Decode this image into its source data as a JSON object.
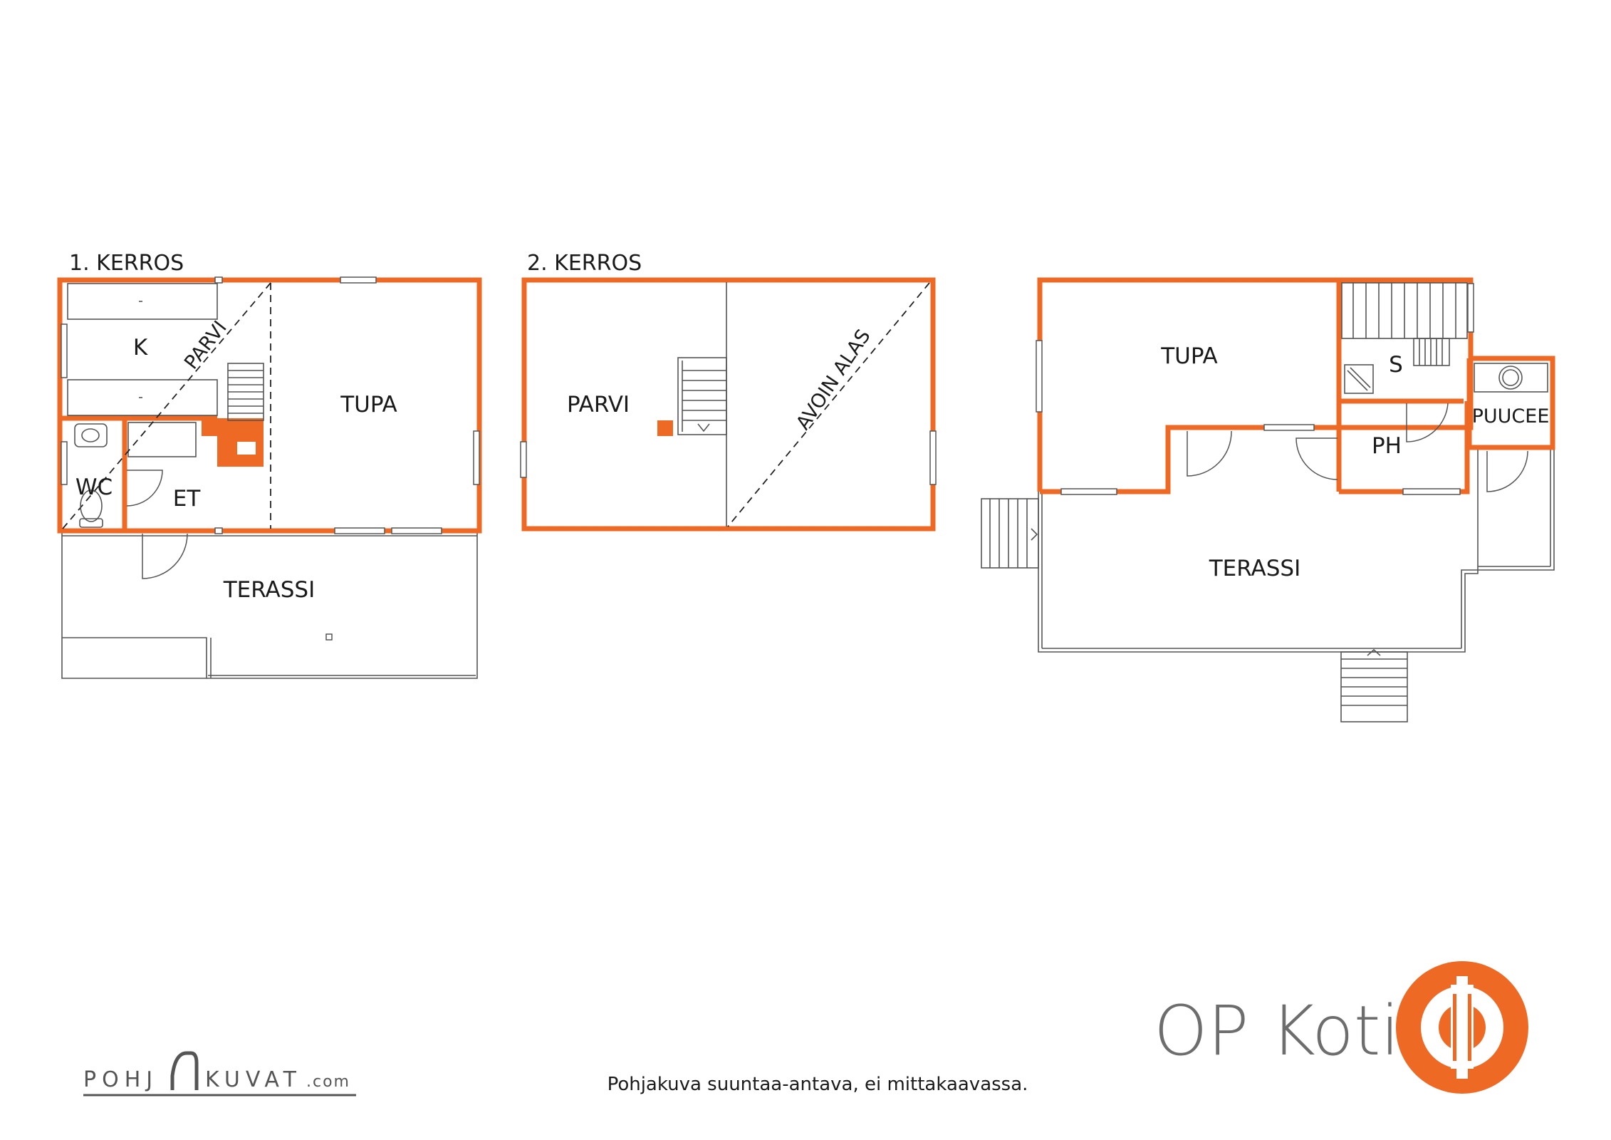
{
  "plans": {
    "floor1": {
      "heading": "1. KERROS",
      "rooms": {
        "k": "K",
        "parvi": "PARVI",
        "tupa": "TUPA",
        "wc": "WC",
        "et": "ET",
        "terassi": "TERASSI"
      }
    },
    "floor2": {
      "heading": "2. KERROS",
      "rooms": {
        "parvi": "PARVI",
        "avoin_alas": "AVOIN ALAS"
      }
    },
    "sauna": {
      "rooms": {
        "tupa": "TUPA",
        "s": "S",
        "puucee": "PUUCEE",
        "ph": "PH",
        "terassi": "TERASSI"
      }
    }
  },
  "footer": {
    "brand": "OP Koti",
    "note": "Pohjakuva suuntaa-antava, ei mittakaavassa.",
    "watermark_left": "POHJ",
    "watermark_right": "KUVAT",
    "watermark_domain": ".com"
  },
  "colors": {
    "wall": "#ee6a24",
    "brand_gray": "#6d6d6d"
  }
}
